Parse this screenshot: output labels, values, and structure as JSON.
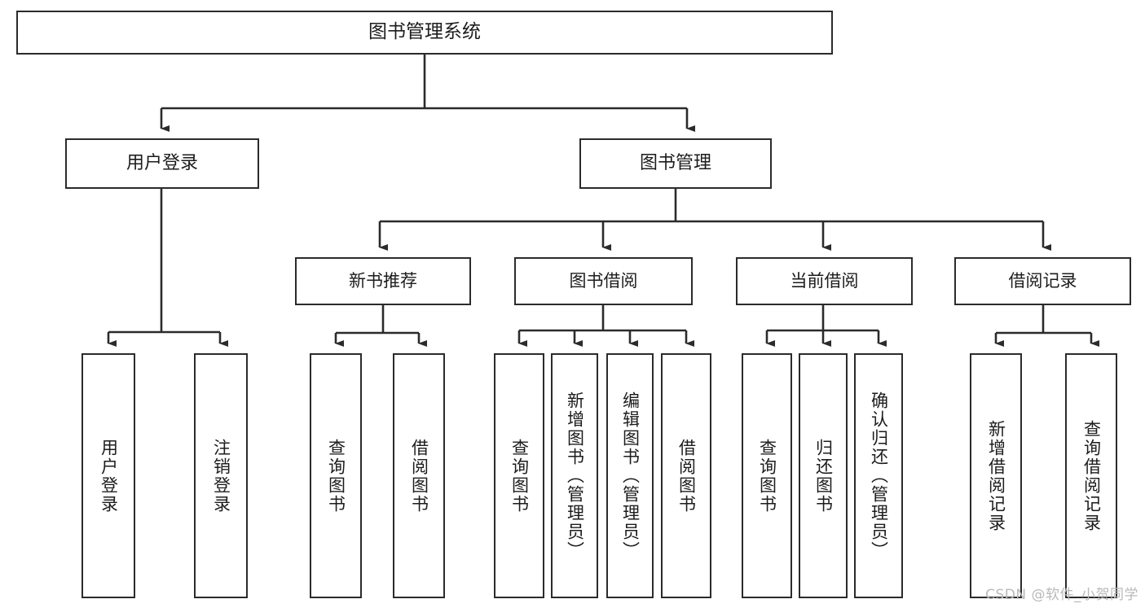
{
  "diagram": {
    "title": "图书管理系统",
    "type": "hierarchy-tree",
    "watermark": "CSDN @软件_小贺同学",
    "colors": {
      "box_border": "#2b2b2b",
      "box_fill": "#ffffff",
      "connector": "#2b2b2b",
      "text": "#1c1c1c",
      "watermark": "#b9b9b9"
    },
    "nodes": {
      "root": {
        "label": "图书管理系统"
      },
      "level2": [
        {
          "label": "用户登录"
        },
        {
          "label": "图书管理"
        }
      ],
      "level3": [
        {
          "label": "新书推荐"
        },
        {
          "label": "图书借阅"
        },
        {
          "label": "当前借阅"
        },
        {
          "label": "借阅记录"
        }
      ],
      "leaves": [
        {
          "label": "用户登录",
          "parent": "用户登录"
        },
        {
          "label": "注销登录",
          "parent": "用户登录"
        },
        {
          "label": "查询图书",
          "parent": "新书推荐"
        },
        {
          "label": "借阅图书",
          "parent": "新书推荐"
        },
        {
          "label": "查询图书",
          "parent": "图书借阅"
        },
        {
          "label": "新增图书（管理员）",
          "parent": "图书借阅"
        },
        {
          "label": "编辑图书（管理员）",
          "parent": "图书借阅"
        },
        {
          "label": "借阅图书",
          "parent": "图书借阅"
        },
        {
          "label": "查询图书",
          "parent": "当前借阅"
        },
        {
          "label": "归还图书",
          "parent": "当前借阅"
        },
        {
          "label": "确认归还（管理员）",
          "parent": "当前借阅"
        },
        {
          "label": "新增借阅记录",
          "parent": "借阅记录"
        },
        {
          "label": "查询借阅记录",
          "parent": "借阅记录"
        }
      ]
    }
  }
}
